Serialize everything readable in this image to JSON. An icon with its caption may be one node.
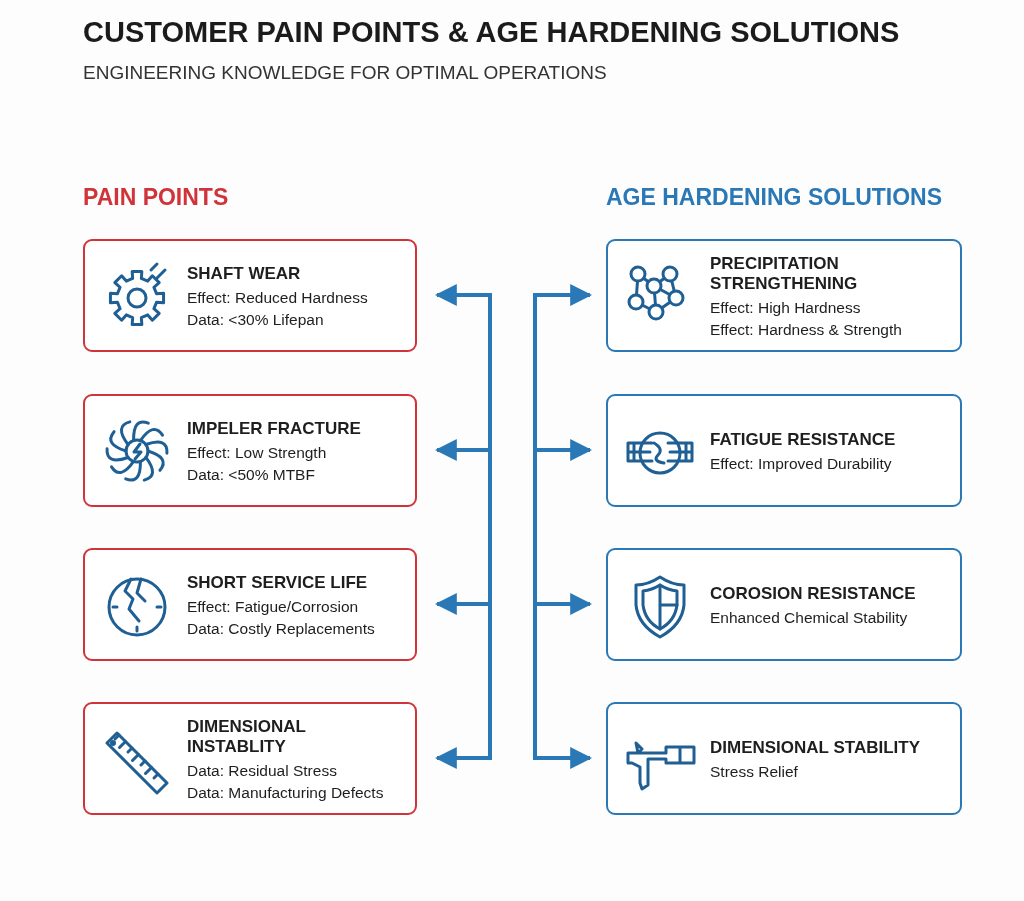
{
  "diagram": {
    "title": "CUSTOMER PAIN POINTS & AGE HARDENING SOLUTIONS",
    "caption": "ENGINEERING KNOWLEDGE FOR OPTIMAL OPERATIONS",
    "nodes": [
      {
        "text": [
          "SHAFT WEAR",
          "Effect: Reduced Hardness",
          "Data: <30% Lifepan"
        ]
      },
      {
        "text": [
          "IMPELER FRACTURE",
          "Effect: Low Strength",
          "Data: <50% MTBF"
        ]
      },
      {
        "text": [
          "SHORT SERVICE LIFE",
          "Effect: Fatigue/Corrosion",
          "Data: Costly Replacements"
        ]
      },
      {
        "text": [
          "DIMENSIONAL INSTABLITY",
          "Data: Residual Stress",
          "Data: Manufacturing Defects"
        ]
      },
      {
        "text": [
          "PRECIPITATION STRENGTHENING",
          "Effect: High Hardness",
          "Effect: Hardness & Strength"
        ]
      },
      {
        "text": [
          "FATIGUE RESISTANCE",
          "Effect: Improved Durability"
        ]
      },
      {
        "text": [
          "COROSION RESISTANCE",
          "Enhanced Chemical Stability"
        ]
      },
      {
        "text": [
          "DIMENSIONAL STABILITY",
          "Stress Relief"
        ]
      }
    ],
    "edges": [
      {
        "from": null,
        "to": 0,
        "arrow": "to"
      },
      {
        "from": null,
        "to": 1,
        "arrow": "to"
      },
      {
        "from": null,
        "to": 2,
        "arrow": "to"
      },
      {
        "from": null,
        "to": 3,
        "arrow": "to"
      },
      {
        "from": null,
        "to": 4,
        "arrow": "to"
      },
      {
        "from": null,
        "to": 5,
        "arrow": "to"
      },
      {
        "from": null,
        "to": 6,
        "arrow": "to"
      },
      {
        "from": null,
        "to": 7,
        "arrow": "to"
      }
    ],
    "labels": [
      "PAIN POINTS",
      "AGE HARDENING SOLUTIONS"
    ]
  }
}
